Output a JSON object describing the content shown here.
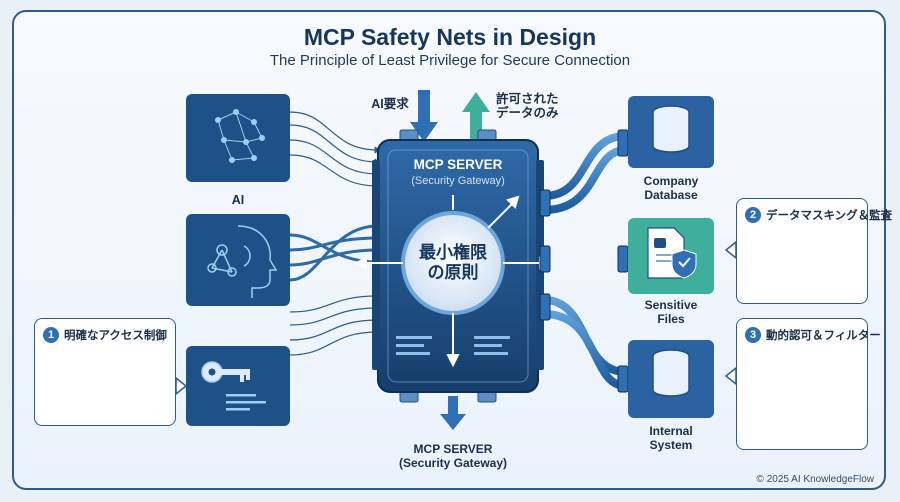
{
  "header": {
    "title": "MCP Safety Nets in Design",
    "subtitle": "The Principle of Least Privilege for Secure Connection"
  },
  "flows": {
    "ai_request": "AI要求",
    "allowed_data_line1": "許可された",
    "allowed_data_line2": "データのみ"
  },
  "server": {
    "name": "MCP SERVER",
    "subtitle": "(Security Gateway)",
    "principle_line1": "最小権限",
    "principle_line2": "の原則"
  },
  "bottom_label": {
    "name": "MCP SERVER",
    "subtitle": "(Security Gateway)"
  },
  "left_nodes": {
    "ai_label": "AI"
  },
  "right_nodes": {
    "database_line1": "Company",
    "database_line2": "Database",
    "files_line1": "Sensitive",
    "files_line2": "Files",
    "system_line1": "Internal",
    "system_line2": "System"
  },
  "callouts": [
    {
      "num": "1",
      "text": "明確なアクセス制御"
    },
    {
      "num": "2",
      "text": "データマスキング＆監査"
    },
    {
      "num": "3",
      "text": "動的認可＆フィルター"
    }
  ],
  "footer": {
    "copyright": "© 2025 AI KnowledgeFlow"
  },
  "colors": {
    "navy": "#16365c",
    "server": "#1f4f86",
    "accent_green": "#3fae9a",
    "accent_blue": "#2f6fb3"
  }
}
